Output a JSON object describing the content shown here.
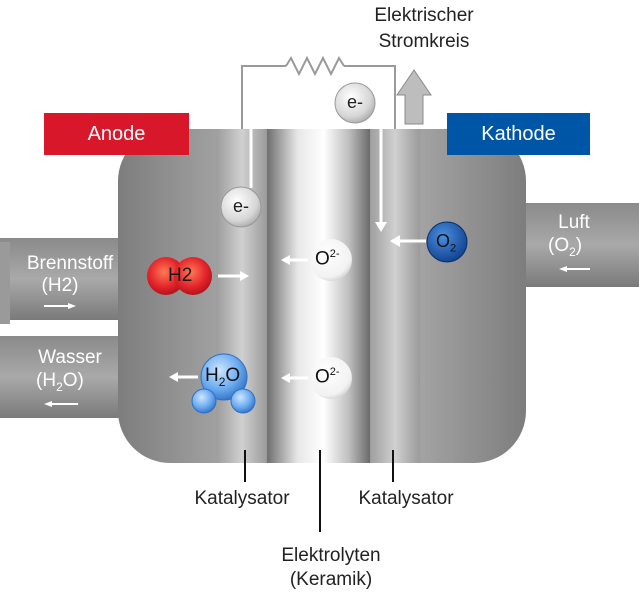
{
  "circuit": {
    "title_line1": "Elektrischer",
    "title_line2": "Stromkreis",
    "electron_top": "e-",
    "electron_left": "e-"
  },
  "anode": {
    "label": "Anode",
    "color": "#d8182a"
  },
  "kathode": {
    "label": "Kathode",
    "color": "#0056a6"
  },
  "inputs": {
    "fuel_line1": "Brennstoff",
    "fuel_line2": "(H2)",
    "water_line1": "Wasser",
    "water_h": "(H",
    "water_sub": "2",
    "water_o": "O)",
    "air_line1": "Luft",
    "air_o": "(O",
    "air_sub": "2",
    "air_close": ")"
  },
  "molecules": {
    "h2": "H2",
    "h2o_h": "H",
    "h2o_sub": "2",
    "h2o_o": "O",
    "o2_o": "O",
    "o2_sub": "2",
    "ion_o": "O",
    "ion_charge": "2-"
  },
  "labels": {
    "katalysator_left": "Katalysator",
    "katalysator_right": "Katalysator",
    "elektrolyt_line1": "Elektrolyten",
    "elektrolyt_line2": "(Keramik)"
  },
  "colors": {
    "h2_red": "#e3252b",
    "o2_blue": "#1e5fb3",
    "h2o_blue": "#5aa0e6"
  }
}
